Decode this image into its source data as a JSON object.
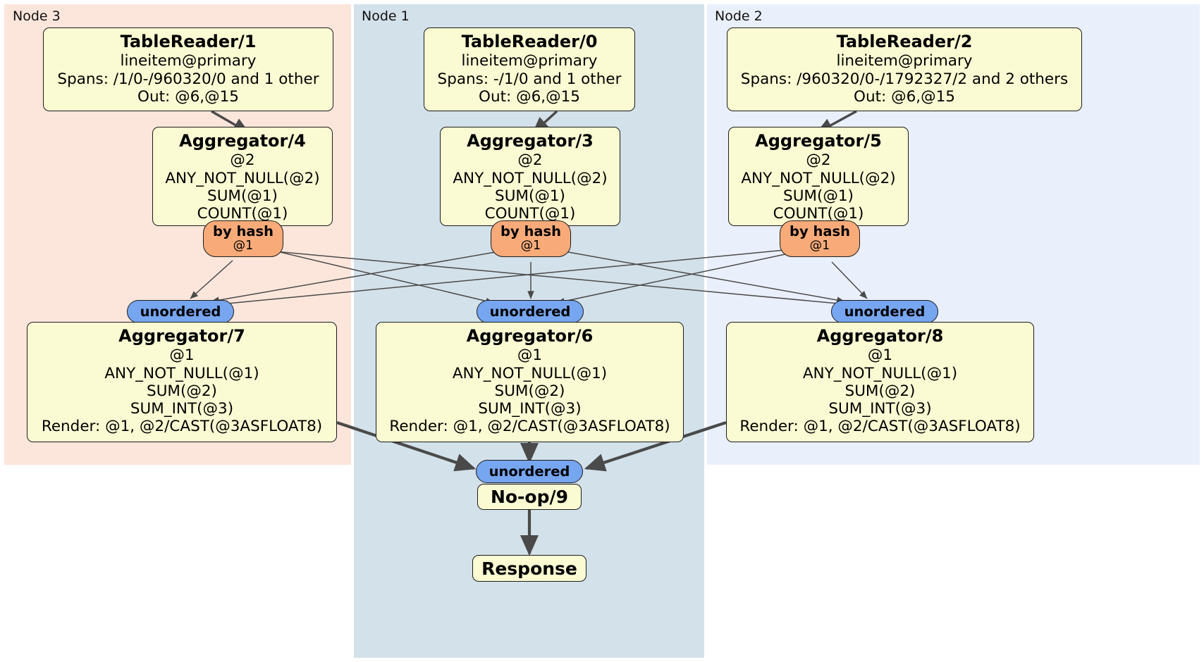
{
  "diagram": {
    "type": "distributed-query-plan",
    "nodes": [
      {
        "id": "node3",
        "label": "Node 3",
        "color": "#fce6dc"
      },
      {
        "id": "node1",
        "label": "Node 1",
        "color": "#d3e1ea"
      },
      {
        "id": "node2",
        "label": "Node 2",
        "color": "#eaf0fb"
      }
    ],
    "colors": {
      "processor_fill": "#fbfbd3",
      "hash_router_fill": "#f8ab79",
      "unordered_fill": "#77a6f0",
      "stroke": "#1c1c1c",
      "edge": "#4a4a4a"
    },
    "processors": {
      "table_reader_1": {
        "title": "TableReader/1",
        "lines": [
          "lineitem@primary",
          "Spans: /1/0-/960320/0 and 1 other",
          "Out: @6,@15"
        ]
      },
      "table_reader_0": {
        "title": "TableReader/0",
        "lines": [
          "lineitem@primary",
          "Spans: -/1/0 and 1 other",
          "Out: @6,@15"
        ]
      },
      "table_reader_2": {
        "title": "TableReader/2",
        "lines": [
          "lineitem@primary",
          "Spans: /960320/0-/1792327/2 and 2 others",
          "Out: @6,@15"
        ]
      },
      "aggregator_4": {
        "title": "Aggregator/4",
        "lines": [
          "@2",
          "ANY_NOT_NULL(@2)",
          "SUM(@1)",
          "COUNT(@1)"
        ]
      },
      "aggregator_3": {
        "title": "Aggregator/3",
        "lines": [
          "@2",
          "ANY_NOT_NULL(@2)",
          "SUM(@1)",
          "COUNT(@1)"
        ]
      },
      "aggregator_5": {
        "title": "Aggregator/5",
        "lines": [
          "@2",
          "ANY_NOT_NULL(@2)",
          "SUM(@1)",
          "COUNT(@1)"
        ]
      },
      "aggregator_7": {
        "title": "Aggregator/7",
        "lines": [
          "@1",
          "ANY_NOT_NULL(@1)",
          "SUM(@2)",
          "SUM_INT(@3)",
          "Render: @1, @2/CAST(@3ASFLOAT8)"
        ]
      },
      "aggregator_6": {
        "title": "Aggregator/6",
        "lines": [
          "@1",
          "ANY_NOT_NULL(@1)",
          "SUM(@2)",
          "SUM_INT(@3)",
          "Render: @1, @2/CAST(@3ASFLOAT8)"
        ]
      },
      "aggregator_8": {
        "title": "Aggregator/8",
        "lines": [
          "@1",
          "ANY_NOT_NULL(@1)",
          "SUM(@2)",
          "SUM_INT(@3)",
          "Render: @1, @2/CAST(@3ASFLOAT8)"
        ]
      },
      "noop_9": {
        "title": "No-op/9"
      },
      "response": {
        "title": "Response"
      }
    },
    "routers": {
      "hash_left": {
        "line1": "by hash",
        "line2": "@1"
      },
      "hash_center": {
        "line1": "by hash",
        "line2": "@1"
      },
      "hash_right": {
        "line1": "by hash",
        "line2": "@1"
      }
    },
    "synchronizers": {
      "unordered_left": {
        "label": "unordered"
      },
      "unordered_center": {
        "label": "unordered"
      },
      "unordered_right": {
        "label": "unordered"
      },
      "unordered_final": {
        "label": "unordered"
      }
    }
  }
}
